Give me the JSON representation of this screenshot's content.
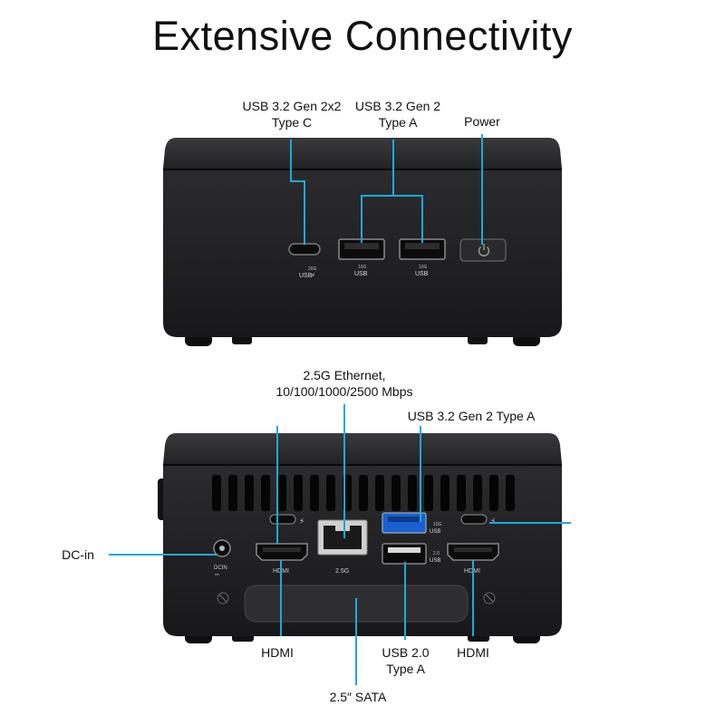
{
  "title": "Extensive Connectivity",
  "front_labels": {
    "usb_c_line1": "USB 3.2 Gen 2x2",
    "usb_c_line2": "Type C",
    "usb_a_line1": "USB 3.2 Gen 2",
    "usb_a_line2": "Type A",
    "power": "Power"
  },
  "front_port_marks": {
    "usb_c_speed": "20G",
    "usb_c_name": "USB",
    "usb_a1_speed": "10G",
    "usb_a1_name": "USB",
    "usb_a2_speed": "10G",
    "usb_a2_name": "USB"
  },
  "rear_labels": {
    "ethernet_line1": "2.5G Ethernet,",
    "ethernet_line2": "10/100/1000/2500 Mbps",
    "usb_gen2_a": "USB 3.2 Gen 2 Type A",
    "dc_in": "DC-in",
    "hdmi_left": "HDMI",
    "usb20_line1": "USB 2.0",
    "usb20_line2": "Type A",
    "hdmi_right": "HDMI",
    "sata": "2.5″ SATA"
  },
  "rear_port_marks": {
    "dcin": "DCIN",
    "hdmi1": "HDMI",
    "lan": "2.5G",
    "usb_blue_speed": "10G",
    "usb_blue_name": "USB",
    "usb20_speed": "2.0",
    "usb20_name": "USB",
    "hdmi2": "HDMI"
  },
  "colors": {
    "callout": "#1ea8dc",
    "chassis": "#1c1c1e",
    "usb_blue": "#1a5fcf"
  }
}
